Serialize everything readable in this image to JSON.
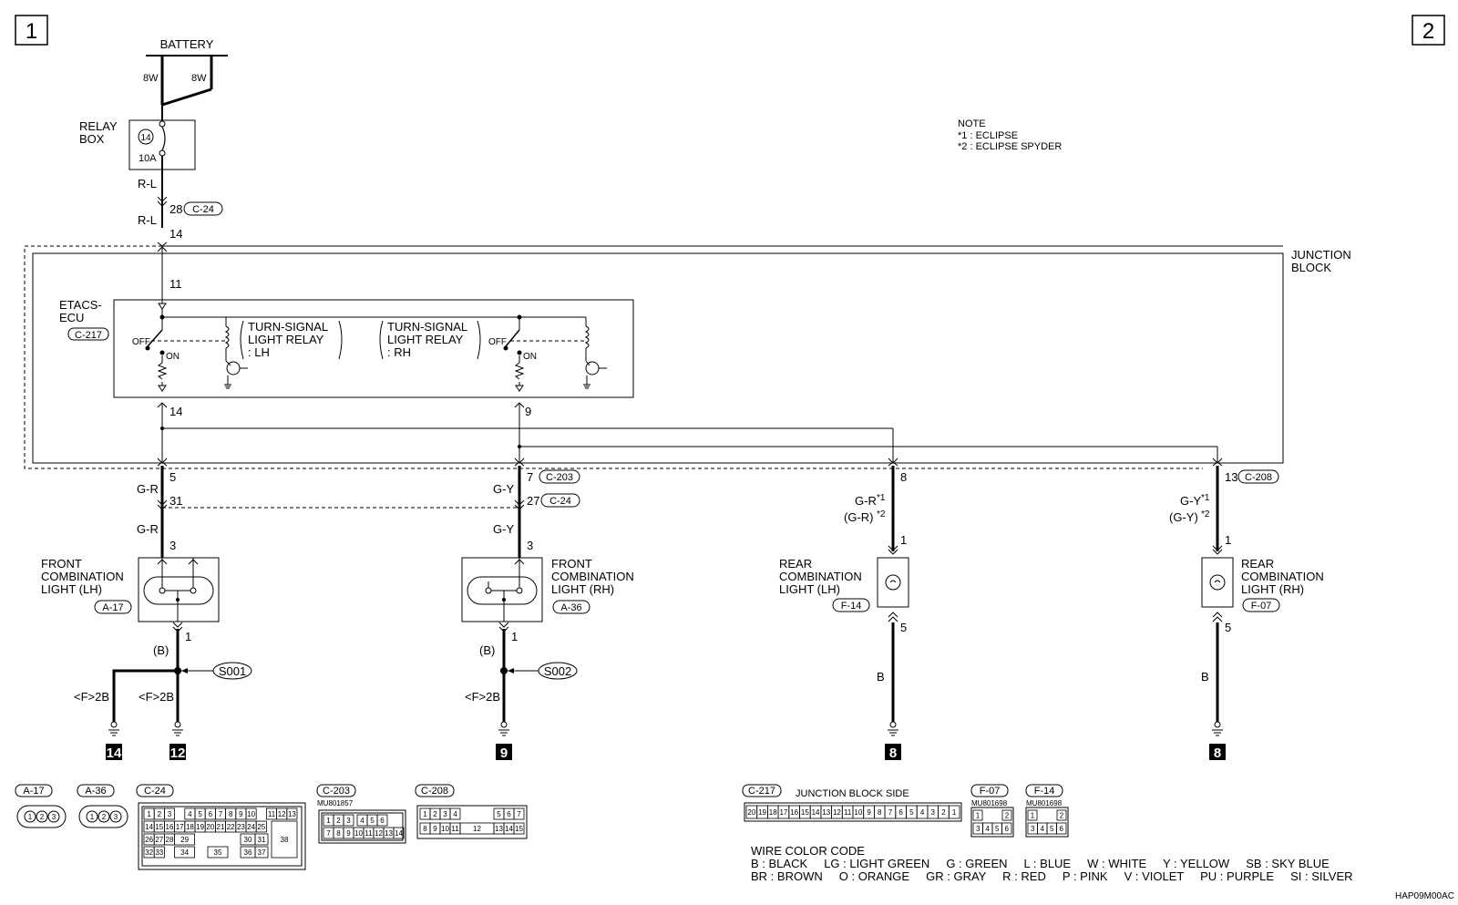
{
  "page_markers": [
    "1",
    "2"
  ],
  "battery": {
    "label": "BATTERY",
    "fuse_left": "8W",
    "fuse_right": "8W"
  },
  "relay_box": {
    "label_line1": "RELAY",
    "label_line2": "BOX",
    "fuse_number": "14",
    "fuse_rating": "10A"
  },
  "wires": {
    "rl_top": "R-L",
    "rl_bottom": "R-L",
    "pin_28": "28",
    "conn_c24_top": "C-24",
    "pin_14_top": "14",
    "pin_11": "11",
    "pin_14_ecu": "14",
    "pin_9_ecu": "9",
    "pin_5": "5",
    "pin_7": "7",
    "conn_c203": "C-203",
    "pin_8": "8",
    "pin_13": "13",
    "conn_c208": "C-208",
    "gr_1": "G-R",
    "gr_2": "G-R",
    "gy_1": "G-Y",
    "gy_2": "G-Y",
    "pin_31": "31",
    "pin_27": "27",
    "conn_c24_mid": "C-24",
    "pin_3_lh": "3",
    "pin_3_rh": "3",
    "gr_rear": "G-R",
    "gr_rear_alt": "(G-R)",
    "gy_rear": "G-Y",
    "gy_rear_alt": "(G-Y)",
    "star1": "*1",
    "star2": "*2",
    "star1b": "*1",
    "star2b": "*2",
    "pin_1_rear_lh": "1",
    "pin_1_rear_rh": "1",
    "pin_1_front_lh": "1",
    "pin_1_front_rh": "1",
    "pin_5_rear_lh": "5",
    "pin_5_rear_rh": "5",
    "b_front_lh": "(B)",
    "b_front_rh": "(B)",
    "b_rear_lh": "B",
    "b_rear_rh": "B",
    "ground_f2b_1": "<F>2B",
    "ground_f2b_2": "<F>2B",
    "ground_f2b_3": "<F>2B"
  },
  "splices": {
    "s001": "S001",
    "s002": "S002"
  },
  "grounds": {
    "g14": "14",
    "g12": "12",
    "g9": "9",
    "g8a": "8",
    "g8b": "8"
  },
  "note": {
    "title": "NOTE",
    "line1": "*1 : ECLIPSE",
    "line2": "*2 : ECLIPSE SPYDER"
  },
  "junction_block": {
    "line1": "JUNCTION",
    "line2": "BLOCK"
  },
  "etacs": {
    "line1": "ETACS-",
    "line2": "ECU",
    "connector": "C-217",
    "relay_lh": [
      "TURN-SIGNAL",
      "LIGHT RELAY",
      ": LH"
    ],
    "relay_rh": [
      "TURN-SIGNAL",
      "LIGHT RELAY",
      ": RH"
    ],
    "off": "OFF",
    "on": "ON"
  },
  "lights": {
    "front_lh": {
      "lines": [
        "FRONT",
        "COMBINATION",
        "LIGHT (LH)"
      ],
      "connector": "A-17"
    },
    "front_rh": {
      "lines": [
        "FRONT",
        "COMBINATION",
        "LIGHT (RH)"
      ],
      "connector": "A-36"
    },
    "rear_lh": {
      "lines": [
        "REAR",
        "COMBINATION",
        "LIGHT (LH)"
      ],
      "connector": "F-14"
    },
    "rear_rh": {
      "lines": [
        "REAR",
        "COMBINATION",
        "LIGHT (RH)"
      ],
      "connector": "F-07"
    }
  },
  "connector_legend": {
    "a17": "A-17",
    "a36": "A-36",
    "c24": "C-24",
    "c203": "C-203",
    "c208": "C-208",
    "c217": "C-217",
    "f07": "F-07",
    "f14": "F-14",
    "c203_part": "MU801857",
    "f07_part": "MU801698",
    "f14_part": "MU801698",
    "junction_block_side": "JUNCTION BLOCK SIDE",
    "a_pins": [
      "1",
      "2",
      "3"
    ],
    "c24_rows": [
      [
        "1",
        "2",
        "3",
        "",
        "4",
        "5",
        "6",
        "7",
        "8",
        "9",
        "10",
        "",
        "11",
        "12",
        "13"
      ],
      [
        "14",
        "15",
        "16",
        "17",
        "18",
        "19",
        "20",
        "21",
        "22",
        "23",
        "24",
        "25"
      ],
      [
        "26",
        "27",
        "28",
        "29",
        "30",
        "31"
      ],
      [
        "32",
        "33",
        "34",
        "35",
        "36",
        "37",
        "38"
      ]
    ],
    "c203_rows": [
      [
        "1",
        "2",
        "3",
        "4",
        "5",
        "6"
      ],
      [
        "7",
        "8",
        "9",
        "10",
        "11",
        "12",
        "13",
        "14"
      ]
    ],
    "c208_rows": [
      [
        "1",
        "2",
        "3",
        "4",
        "5",
        "6",
        "7"
      ],
      [
        "8",
        "9",
        "10",
        "11",
        "12",
        "13",
        "14",
        "15"
      ]
    ],
    "c217_pins": [
      "20",
      "19",
      "18",
      "17",
      "16",
      "15",
      "14",
      "13",
      "12",
      "11",
      "10",
      "9",
      "8",
      "7",
      "6",
      "5",
      "4",
      "3",
      "2",
      "1"
    ],
    "f_rows": [
      [
        "1",
        "2"
      ],
      [
        "3",
        "4",
        "5",
        "6"
      ]
    ]
  },
  "wire_color_code": {
    "title": "WIRE COLOR CODE",
    "line1": "B : BLACK     LG : LIGHT GREEN     G : GREEN     L : BLUE     W : WHITE     Y : YELLOW     SB : SKY BLUE",
    "line2": "BR : BROWN     O : ORANGE     GR : GRAY     R : RED     P : PINK     V : VIOLET     PU : PURPLE     SI : SILVER"
  },
  "diagram_id": "HAP09M00AC"
}
